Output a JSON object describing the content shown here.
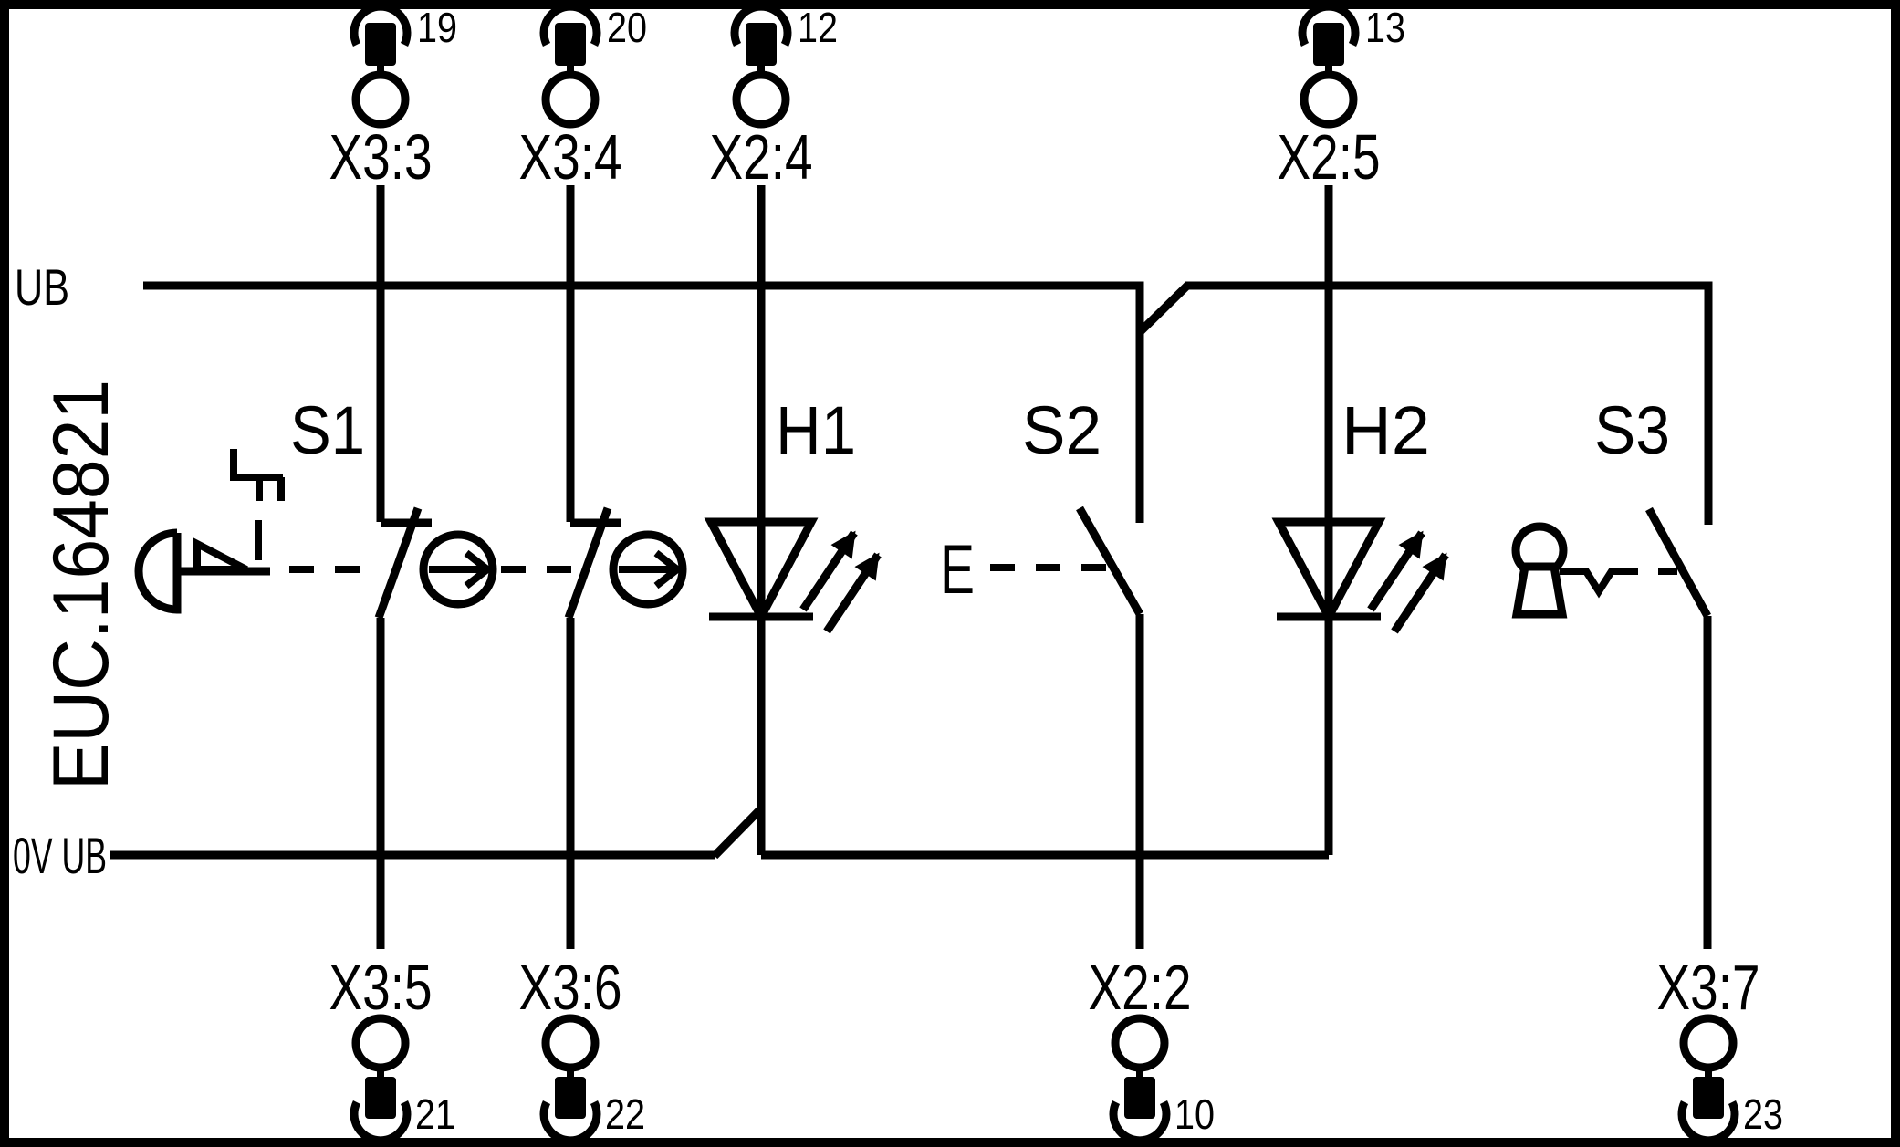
{
  "diagram": {
    "side_label": "EUC.164821",
    "buses": {
      "top": "UB",
      "bottom": "0V UB"
    },
    "terminals_top": [
      {
        "name": "X3:3",
        "pin": "19"
      },
      {
        "name": "X3:4",
        "pin": "20"
      },
      {
        "name": "X2:4",
        "pin": "12"
      },
      {
        "name": "X2:5",
        "pin": "13"
      }
    ],
    "terminals_bottom": [
      {
        "name": "X3:5",
        "pin": "21"
      },
      {
        "name": "X3:6",
        "pin": "22"
      },
      {
        "name": "X2:2",
        "pin": "10"
      },
      {
        "name": "X3:7",
        "pin": "23"
      }
    ],
    "components": {
      "s1": {
        "ref": "S1",
        "type": "emergency-stop-mushroom-2nc-positive-opening"
      },
      "h1": {
        "ref": "H1",
        "type": "led-indicator"
      },
      "s2": {
        "ref": "S2",
        "type": "pushbutton-no",
        "actuator": "E"
      },
      "h2": {
        "ref": "H2",
        "type": "led-indicator"
      },
      "s3": {
        "ref": "S3",
        "type": "key-switch-no"
      }
    },
    "colors": {
      "line": "#000000",
      "background": "#ffffff"
    }
  }
}
